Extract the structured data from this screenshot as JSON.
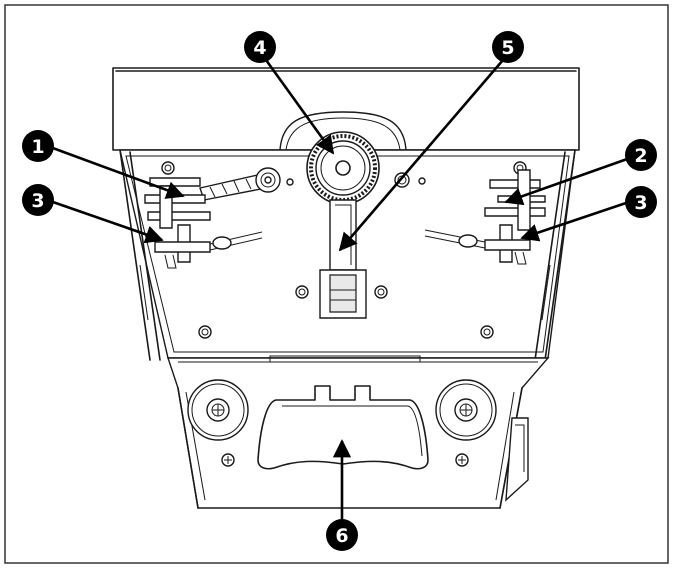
{
  "figure": {
    "callouts": [
      {
        "id": "1",
        "label": "1"
      },
      {
        "id": "2",
        "label": "2"
      },
      {
        "id": "3a",
        "label": "3"
      },
      {
        "id": "3b",
        "label": "3"
      },
      {
        "id": "4",
        "label": "4"
      },
      {
        "id": "5",
        "label": "5"
      },
      {
        "id": "6",
        "label": "6"
      }
    ],
    "colors": {
      "line": "#1a1a1a",
      "callout": "#000000",
      "background": "#ffffff"
    }
  }
}
